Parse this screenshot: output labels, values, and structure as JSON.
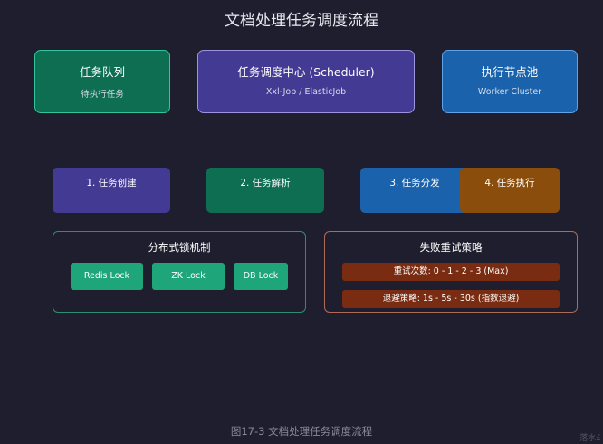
{
  "title": "文档处理任务调度流程",
  "top_boxes": {
    "queue": {
      "label": "任务队列",
      "sub": "待执行任务"
    },
    "scheduler": {
      "label": "任务调度中心 (Scheduler)",
      "sub": "Xxl-Job / ElasticJob"
    },
    "worker": {
      "label": "执行节点池",
      "sub": "Worker Cluster"
    }
  },
  "steps": [
    "1. 任务创建",
    "2. 任务解析",
    "3. 任务分发",
    "4. 任务执行"
  ],
  "lock_panel": {
    "title": "分布式锁机制",
    "items": [
      "Redis Lock",
      "ZK Lock",
      "DB Lock"
    ]
  },
  "retry_panel": {
    "title": "失败重试策略",
    "rules": [
      "重试次数: 0 - 1 - 2 - 3 (Max)",
      "退避策略: 1s - 5s - 30s (指数退避)"
    ]
  },
  "caption": "图17-3 文档处理任务调度流程",
  "watermark": "落水£",
  "colors": {
    "background": "#1e1e2e",
    "green": "#0e6e52",
    "purple": "#433a93",
    "blue": "#1b62ad",
    "orange": "#8a4d0c",
    "lock_green": "#1ea57a",
    "retry_red": "#7a2c12"
  }
}
